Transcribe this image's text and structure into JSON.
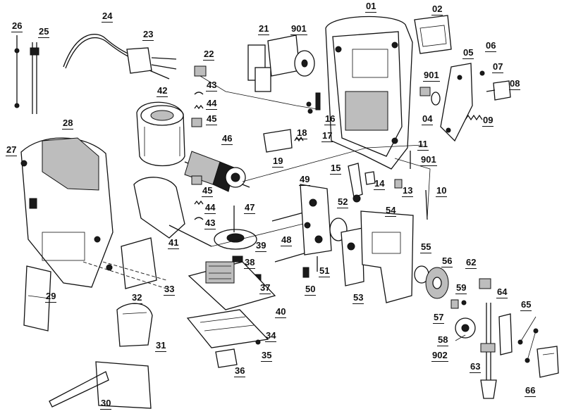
{
  "labels": {
    "p01": "01",
    "p02": "02",
    "p04": "04",
    "p05": "05",
    "p06": "06",
    "p07": "07",
    "p08": "08",
    "p09": "09",
    "p11": "11",
    "p13": "13",
    "p14": "14",
    "p15": "15",
    "p16": "16",
    "p17": "17",
    "p18": "18",
    "p19": "19",
    "p21": "21",
    "p22": "22",
    "p23": "23",
    "p24": "24",
    "p25": "25",
    "p26": "26",
    "p27": "27",
    "p28": "28",
    "p29": "29",
    "p30": "30",
    "p31": "31",
    "p32": "32",
    "p33": "33",
    "p34": "34",
    "p35": "35",
    "p36": "36",
    "p37": "37",
    "p38": "38",
    "p39": "39",
    "p40": "40",
    "p41": "41",
    "p42": "42",
    "p43a": "43",
    "p43b": "43",
    "p44a": "44",
    "p44b": "44",
    "p45a": "45",
    "p45b": "45",
    "p46": "46",
    "p47": "47",
    "p48": "48",
    "p49": "49",
    "p50": "50",
    "p51": "51",
    "p52": "52",
    "p53": "53",
    "p54": "54",
    "p55": "55",
    "p56": "56",
    "p57": "57",
    "p58": "58",
    "p59": "59",
    "p62": "62",
    "p63": "63",
    "p64": "64",
    "p65": "65",
    "p66": "66",
    "p901a": "901",
    "p901b": "901",
    "p901c": "901",
    "p902": "902",
    "p10": "10"
  }
}
